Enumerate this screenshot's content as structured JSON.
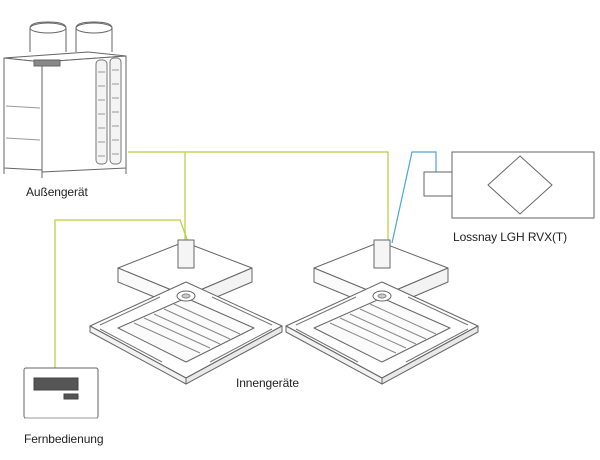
{
  "labels": {
    "outdoor_unit": "Außengerät",
    "indoor_units": "Innengeräte",
    "lossnay": "Lossnay LGH RVX(T)",
    "remote_control": "Fernbedienung"
  },
  "colors": {
    "line_green": "#b6cf3a",
    "line_blue": "#4aa7d6",
    "outline": "#666666"
  }
}
